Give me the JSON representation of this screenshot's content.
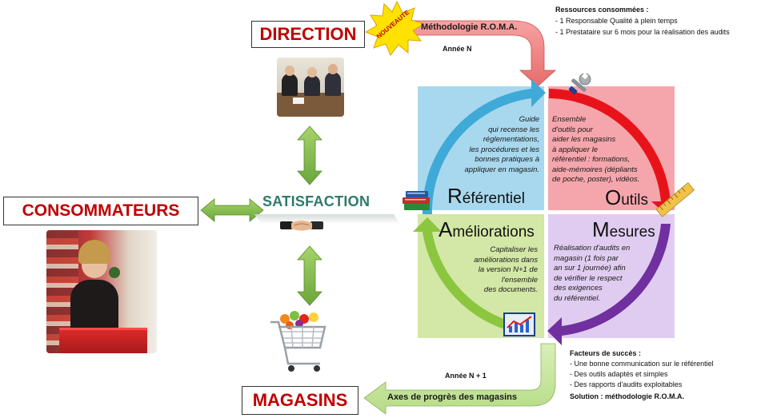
{
  "nodes": {
    "direction": "DIRECTION",
    "consommateurs": "CONSOMMATEURS",
    "magasins": "MAGASINS",
    "satisfaction": "SATISFACTION"
  },
  "badge": "NOUVEAUTE",
  "top_arrow_label": "Méthodologie R.O.M.A.",
  "bottom_arrow_label": "Axes de progrès des magasins",
  "year_n": "Année  N",
  "year_n1": "Année  N + 1",
  "resources": {
    "title": "Ressources consommées :",
    "items": [
      "-   1  Responsable Qualité à plein temps",
      "-   1 Prestataire sur 6 mois pour la réalisation des audits"
    ]
  },
  "success": {
    "title": "Facteurs de succès :",
    "items": [
      "- Une bonne communication sur le référentiel",
      "- Des outils adaptés et simples",
      "- Des rapports d'audits exploitables"
    ],
    "solution": "Solution : méthodologie R.O.M.A."
  },
  "quadrants": {
    "referentiel": {
      "initial": "R",
      "rest": "éférentiel",
      "lines": [
        "Guide",
        "qui recense les",
        "réglementations,",
        "les procédures et les",
        "bonnes pratiques à",
        "appliquer en magasin."
      ]
    },
    "outils": {
      "initial": "O",
      "rest": "utils",
      "lines": [
        "Ensemble",
        "d'outils pour",
        "aider les magasins",
        "à appliquer le",
        "référentiel  : formations,",
        "aide-mémoires (dépliants",
        "de poche, poster), vidéos."
      ]
    },
    "ameliorations": {
      "initial": "A",
      "rest": "méliorations",
      "lines": [
        "Capitaliser les",
        "améliorations  dans",
        "la version N+1 de",
        "l'ensemble",
        "des documents."
      ]
    },
    "mesures": {
      "initial": "M",
      "rest": "esures",
      "lines": [
        "Réalisation d'audits en",
        "magasin (1 fois par",
        "an sur 1 journée) afin",
        "de vérifier le respect",
        "des exigences",
        "du référentiel."
      ]
    }
  },
  "colors": {
    "red_title": "#c00000",
    "blue": "#3fa9d8",
    "red": "#e8131a",
    "purple": "#7030a0",
    "green": "#8cc63f",
    "q_blue": "#a8d8ee",
    "q_pink": "#f5a6ac",
    "q_lavender": "#e0ccf0",
    "q_green": "#d3e7a6",
    "arrow_green": "#7ab648",
    "satisfaction_text": "#2f7a6b"
  }
}
